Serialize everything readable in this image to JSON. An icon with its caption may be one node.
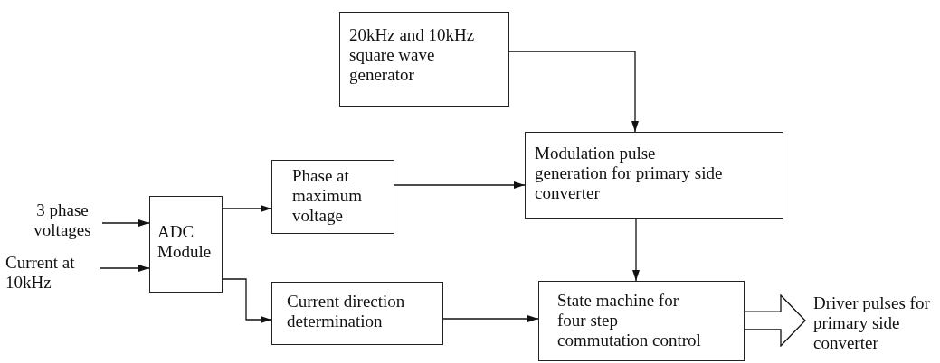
{
  "diagram": {
    "nodes": [
      {
        "text": [
          "20kHz and 10kHz square wave generator"
        ]
      },
      {
        "text": [
          "Modulation pulse generation for primary side converter"
        ]
      },
      {
        "text": [
          "3 phase voltages"
        ]
      },
      {
        "text": [
          "Current at 10kHz"
        ]
      },
      {
        "text": [
          "ADC Module"
        ]
      },
      {
        "text": [
          "Phase at maximum voltage"
        ]
      },
      {
        "text": [
          "Current direction determination"
        ]
      },
      {
        "text": [
          "State machine for four step commutation control"
        ]
      },
      {
        "text": [
          "Driver pulses for primary side converter"
        ]
      }
    ],
    "edges": [
      {
        "from": 0,
        "to": 1,
        "arrow": "to"
      },
      {
        "from": 2,
        "to": 4,
        "arrow": "to"
      },
      {
        "from": 3,
        "to": 4,
        "arrow": "to"
      },
      {
        "from": 4,
        "to": 5,
        "arrow": "to"
      },
      {
        "from": 4,
        "to": 6,
        "arrow": "to"
      },
      {
        "from": 5,
        "to": 1,
        "arrow": "to"
      },
      {
        "from": 1,
        "to": 7,
        "arrow": "to"
      },
      {
        "from": 6,
        "to": 7,
        "arrow": "to"
      },
      {
        "from": 7,
        "to": 8,
        "arrow": "to",
        "style": "thick"
      }
    ]
  }
}
